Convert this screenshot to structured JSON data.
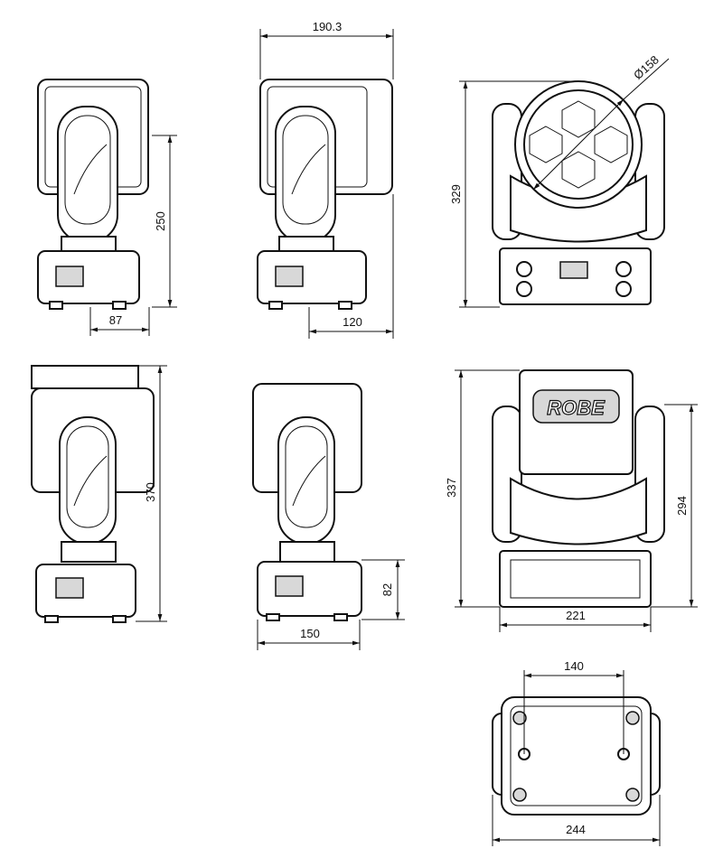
{
  "title": "Moving head fixture dimension drawing",
  "brand_logo": "ROBE",
  "dimensions": {
    "side_height": "250",
    "side_depth_offset": "87",
    "overall_depth": "190.3",
    "rear_offset": "120",
    "lens_diameter": "Ø158",
    "front_height": "329",
    "tilted_height": "370",
    "base_height": "82",
    "base_depth": "150",
    "rear_height": "337",
    "yoke_height": "294",
    "base_width": "221",
    "bottom_hole_spacing": "140",
    "overall_width": "244"
  }
}
